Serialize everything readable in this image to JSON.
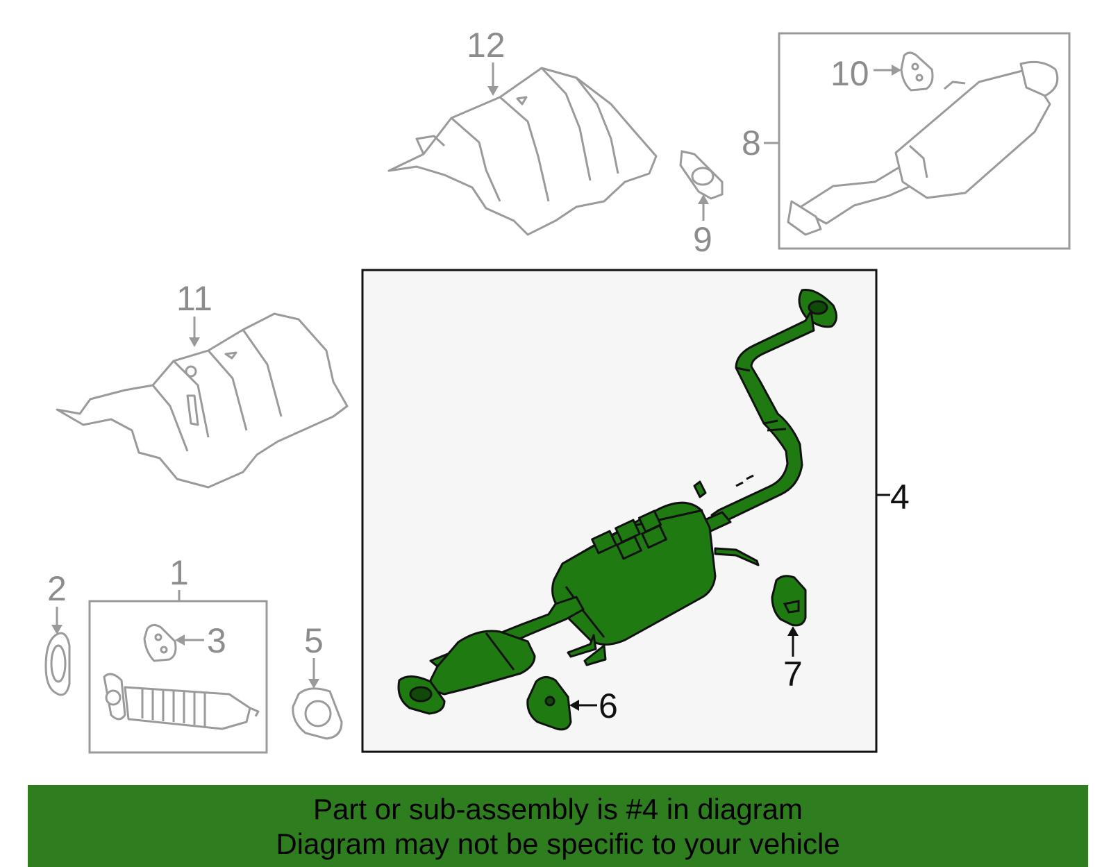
{
  "callouts": {
    "c1": "1",
    "c2": "2",
    "c3": "3",
    "c4": "4",
    "c5": "5",
    "c6": "6",
    "c7": "7",
    "c8": "8",
    "c9": "9",
    "c10": "10",
    "c11": "11",
    "c12": "12"
  },
  "banner": {
    "line1": "Part or sub-assembly is #4 in diagram",
    "line2": "Diagram may not be specific to your vehicle"
  },
  "colors": {
    "highlight": "#2e7d1e",
    "highlight_part": "#1f7a12",
    "line_gray": "#9a9a9a",
    "box_black": "#111111"
  }
}
